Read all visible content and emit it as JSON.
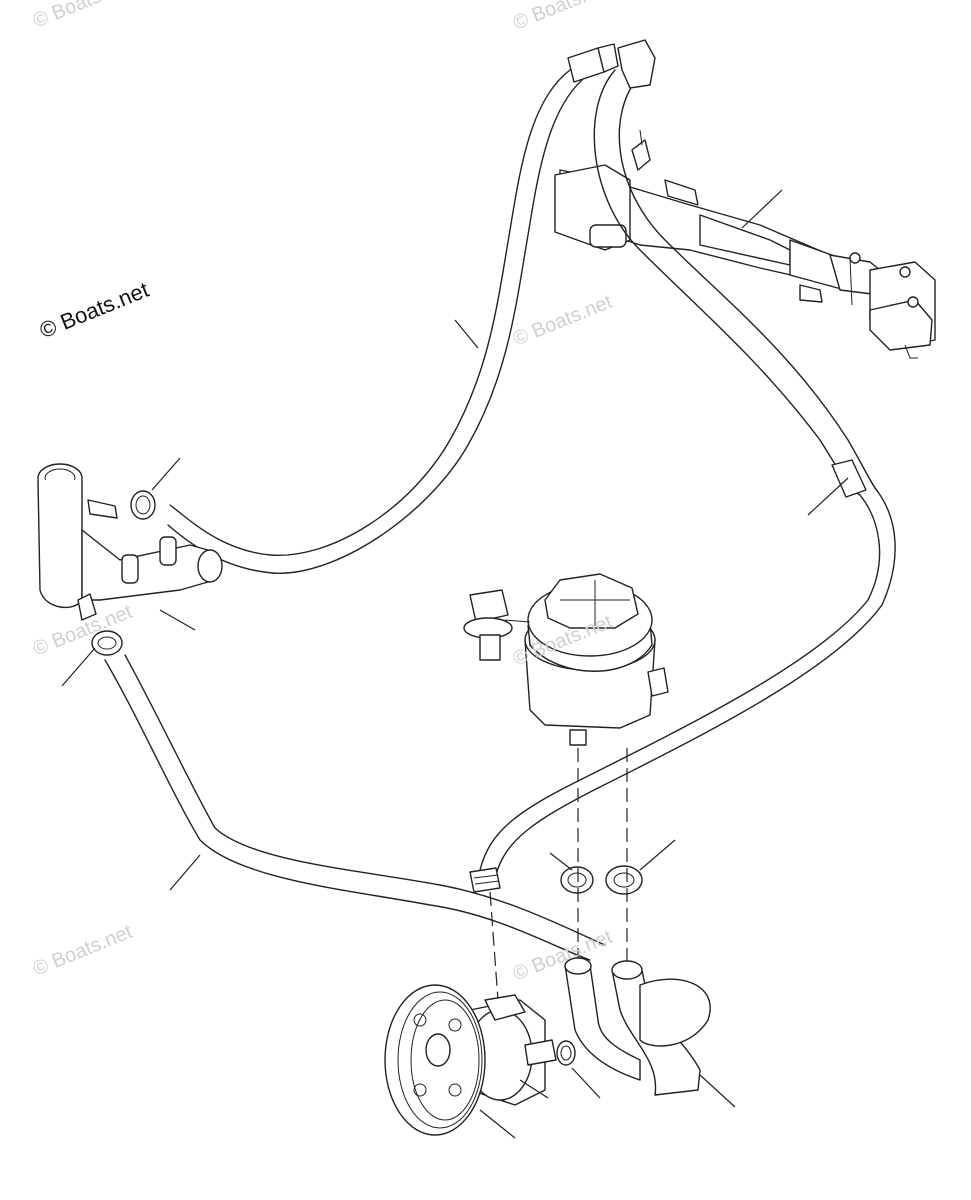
{
  "watermarks": {
    "primary": "© Boats.net",
    "faint": [
      "© Boats.net",
      "© Boats.net",
      "© Boats.net",
      "© Boats.net",
      "© Boats.net",
      "© Boats.net",
      "© Boats.net"
    ]
  },
  "diagram": {
    "parts": [
      "steering-cylinder",
      "thermostat-housing",
      "reservoir",
      "power-steering-pump",
      "pulley",
      "supply-hose",
      "return-hose",
      "pressure-line",
      "lower-hose",
      "hose-clamp"
    ]
  },
  "colors": {
    "line": "#222222",
    "background": "#ffffff",
    "watermark_faint": "#cfcfcf"
  }
}
